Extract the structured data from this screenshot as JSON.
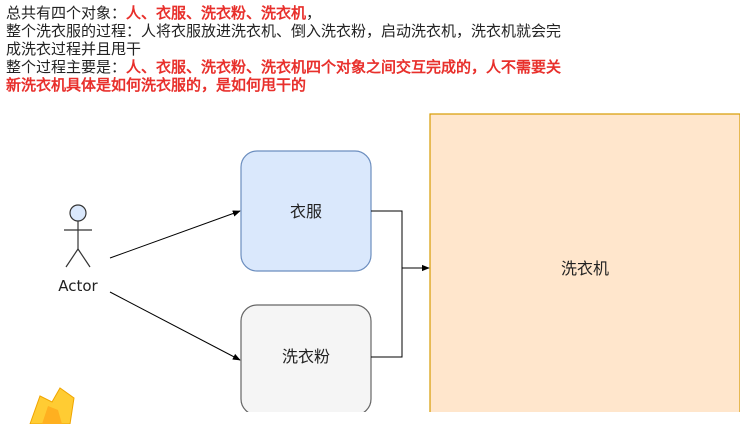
{
  "text": {
    "line1_prefix": "总共有四个对象：",
    "line1_red": "人、衣服、洗衣粉、洗衣机",
    "line1_suffix": "，",
    "line2": "整个洗衣服的过程：人将衣服放进洗衣机、倒入洗衣粉，启动洗衣机，洗衣机就会完",
    "line3": "成洗衣过程并且甩干",
    "line4_prefix": "整个过程主要是：",
    "line4_red": "人、衣服、洗衣粉、洗衣机四个对象之间交互完成的，人不需要关",
    "line5_red": "新洗衣机具体是如何洗衣服的，是如何甩干的"
  },
  "diagram": {
    "actor_label": "Actor",
    "clothes_label": "衣服",
    "detergent_label": "洗衣粉",
    "washer_label": "洗衣机"
  },
  "colors": {
    "emphasis": "#e8302c",
    "clothes_fill": "#dae8fc",
    "clothes_stroke": "#6c8ebf",
    "detergent_fill": "#f5f5f5",
    "detergent_stroke": "#666666",
    "washer_fill": "#ffe6cc",
    "washer_stroke": "#d79b00",
    "actor_head": "#dae8fc"
  }
}
